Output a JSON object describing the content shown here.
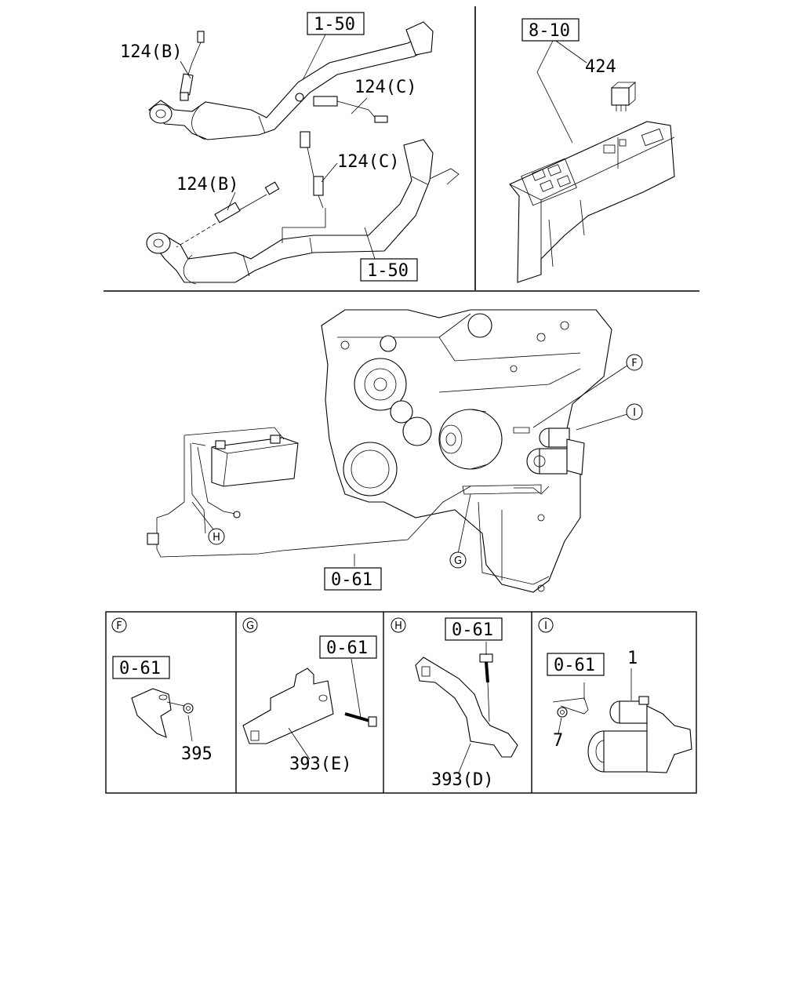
{
  "labels": {
    "tl_ref_top": "1-50",
    "tl_ref_bottom": "1-50",
    "tl_b_top": "124(B)",
    "tl_c_top": "124(C)",
    "tl_c_mid": "124(C)",
    "tl_b_mid": "124(B)",
    "tr_ref": "8-10",
    "tr_part": "424",
    "mid_ref": "0-61",
    "callout_f": "F",
    "callout_i": "I",
    "callout_g": "G",
    "callout_h": "H"
  },
  "detail_panels": [
    {
      "tag": "F",
      "ref": "0-61",
      "parts": [
        "395"
      ]
    },
    {
      "tag": "G",
      "ref": "0-61",
      "parts": [
        "393(E)"
      ]
    },
    {
      "tag": "H",
      "ref": "0-61",
      "parts": [
        "393(D)"
      ]
    },
    {
      "tag": "I",
      "ref": "0-61",
      "parts": [
        "1",
        "7"
      ]
    }
  ],
  "icons": [
    "oxygen-sensor-icon",
    "catalytic-converter-icon",
    "relay-icon",
    "fuse-box-icon",
    "engine-icon",
    "battery-icon",
    "starter-motor-icon",
    "bracket-icon",
    "bolt-icon",
    "nut-icon"
  ]
}
